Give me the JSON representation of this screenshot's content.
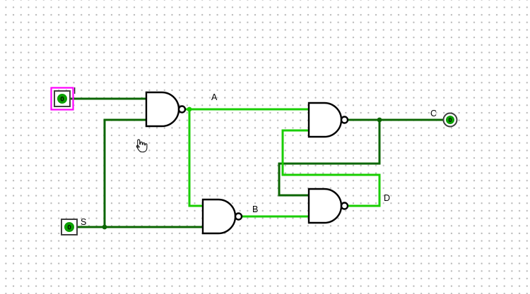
{
  "colors": {
    "wire_low": "#0b6602",
    "wire_high": "#19ce00",
    "gate_outline": "#000000",
    "pin_border": "#3f3f3f",
    "pin_fill": "#0aa000",
    "selection": "#ff00ff",
    "label_text": "#000000"
  },
  "pins": {
    "i": {
      "label": "I",
      "value": "0",
      "type": "input",
      "state": "low",
      "selected": true
    },
    "s": {
      "label": "S",
      "value": "0",
      "type": "input",
      "state": "low",
      "selected": false
    },
    "c": {
      "label": "C",
      "value": "0",
      "type": "output",
      "state": "low",
      "selected": false
    }
  },
  "nodes": {
    "a": {
      "label": "A",
      "state": "high"
    },
    "b": {
      "label": "B",
      "state": "high"
    },
    "d": {
      "label": "D",
      "state": "high"
    }
  },
  "gates": [
    {
      "id": "nand1",
      "type": "NAND"
    },
    {
      "id": "nand2",
      "type": "NAND"
    },
    {
      "id": "nand3",
      "type": "NAND"
    },
    {
      "id": "nand4",
      "type": "NAND"
    }
  ],
  "signals": {
    "I": "0",
    "S": "0",
    "A": "1",
    "B": "1",
    "C": "0",
    "D": "1"
  },
  "cursor": {
    "type": "hand-pointer"
  }
}
